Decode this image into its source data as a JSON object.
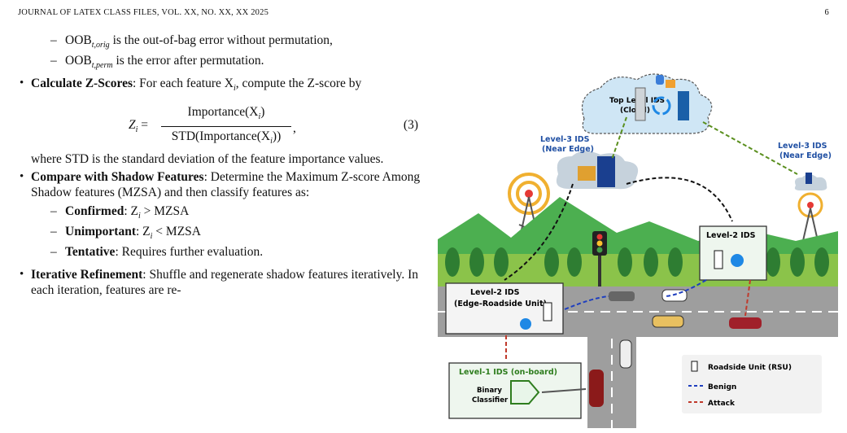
{
  "header": {
    "journal": "JOURNAL OF LATEX CLASS FILES, VOL. XX, NO. XX, XX 2025",
    "page": "6"
  },
  "text": {
    "oob_orig_sym": "OOB",
    "oob_orig_sub": "t,orig",
    "oob_orig_desc": " is the out-of-bag error without permutation,",
    "oob_perm_sym": "OOB",
    "oob_perm_sub": "t,perm",
    "oob_perm_desc": " is the error after permutation.",
    "zscore_title": "Calculate Z-Scores",
    "zscore_text": ": For each feature X",
    "zscore_text2": ", compute the Z-score by",
    "eq_lhs": "Z",
    "eq_num": "Importance(X",
    "eq_den": "STD(Importance(X",
    "eq_number": "(3)",
    "where_text": "where STD is the standard deviation of the feature importance values.",
    "shadow_title": "Compare with Shadow Features",
    "shadow_text": ": Determine the Maximum Z-score Among Shadow features (MZSA) and then classify features as:",
    "confirmed_label": "Confirmed",
    "confirmed_rule": ": Z",
    "confirmed_cmp": " > MZSA",
    "unimportant_label": "Unimportant",
    "unimportant_rule": ": Z",
    "unimportant_cmp": " < MZSA",
    "tentative_label": "Tentative",
    "tentative_text": ": Requires further evaluation.",
    "iterative_title": "Iterative Refinement",
    "iterative_text": ": Shuffle and regenerate shadow features iteratively. In each iteration, features are re-"
  },
  "figure": {
    "top_level": [
      "Top Level IDS",
      "(Cloud)"
    ],
    "level3_left": [
      "Level-3 IDS",
      "(Near Edge)"
    ],
    "level3_right": [
      "Level-3 IDS",
      "(Near Edge)"
    ],
    "level2_right": "Level-2 IDS",
    "level2_left": [
      "Level-2 IDS",
      "(Edge-Roadside Unit)"
    ],
    "level1": "Level-1 IDS (on-board)",
    "classifier": [
      "Binary",
      "Classifier"
    ],
    "legend": {
      "rsu": "Roadside Unit (RSU)",
      "benign": "Benign",
      "attack": "Attack"
    },
    "colors": {
      "level": "#1f4fa3",
      "green": "#2e7d1e",
      "benign": "#1f3fbf",
      "attack": "#c0392b",
      "cloud": "#cfe6f5"
    }
  }
}
